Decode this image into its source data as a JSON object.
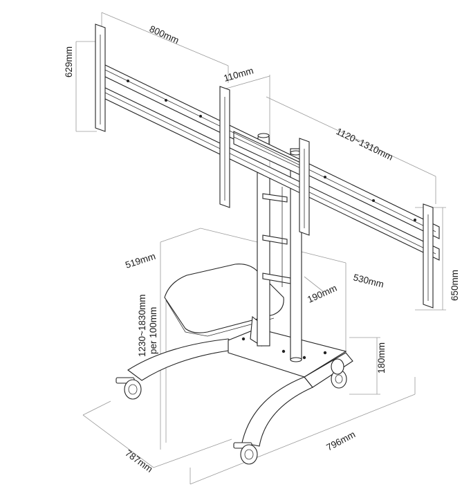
{
  "dimensions": {
    "d800": "800mm",
    "d629": "629mm",
    "d110": "110mm",
    "d1120": "1120~1310mm",
    "d650": "650mm",
    "d519": "519mm",
    "d190": "190mm",
    "d530": "530mm",
    "d1230": "1230~1830mm",
    "dper": "per 100mm",
    "d180": "180mm",
    "d787": "787mm",
    "d796": "796mm"
  }
}
